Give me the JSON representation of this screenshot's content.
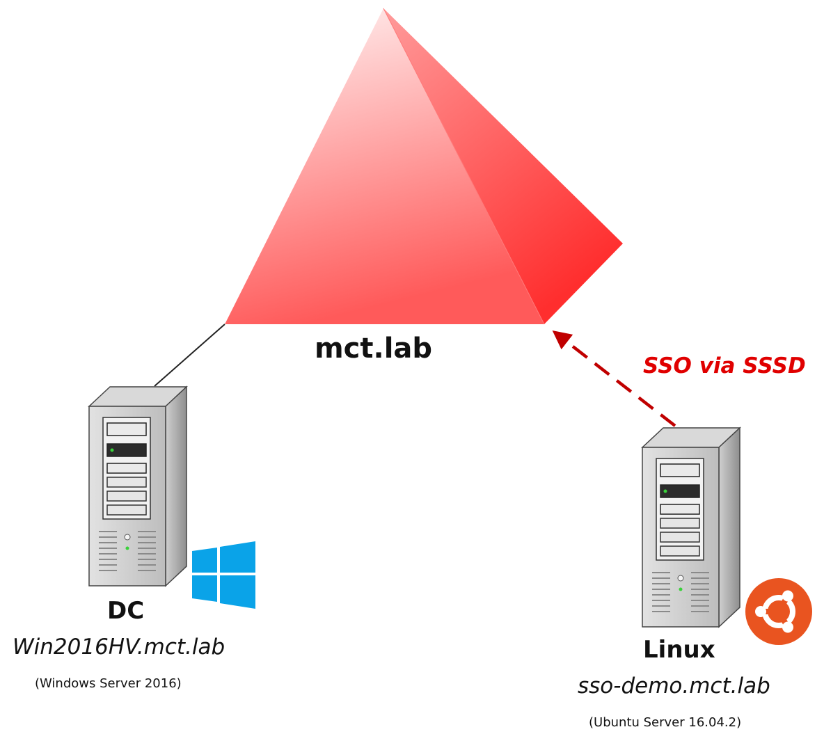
{
  "domain": {
    "name": "mct.lab"
  },
  "dc": {
    "label": "DC",
    "hostname": "Win2016HV.mct.lab",
    "os": "(Windows Server 2016)",
    "logo_icon": "windows-logo-icon",
    "logo_color": "#0aa3e8"
  },
  "linux": {
    "label": "Linux",
    "hostname": "sso-demo.mct.lab",
    "os": "(Ubuntu Server 16.04.2)",
    "logo_icon": "ubuntu-logo-icon",
    "logo_color": "#e95420"
  },
  "connection": {
    "label": "SSO via SSSD",
    "color": "#e00000",
    "arrow_color": "#c00000"
  },
  "colors": {
    "forest_light": "#ffecec",
    "forest_mid": "#ff9a9a",
    "forest_dark": "#ff3b3b"
  }
}
